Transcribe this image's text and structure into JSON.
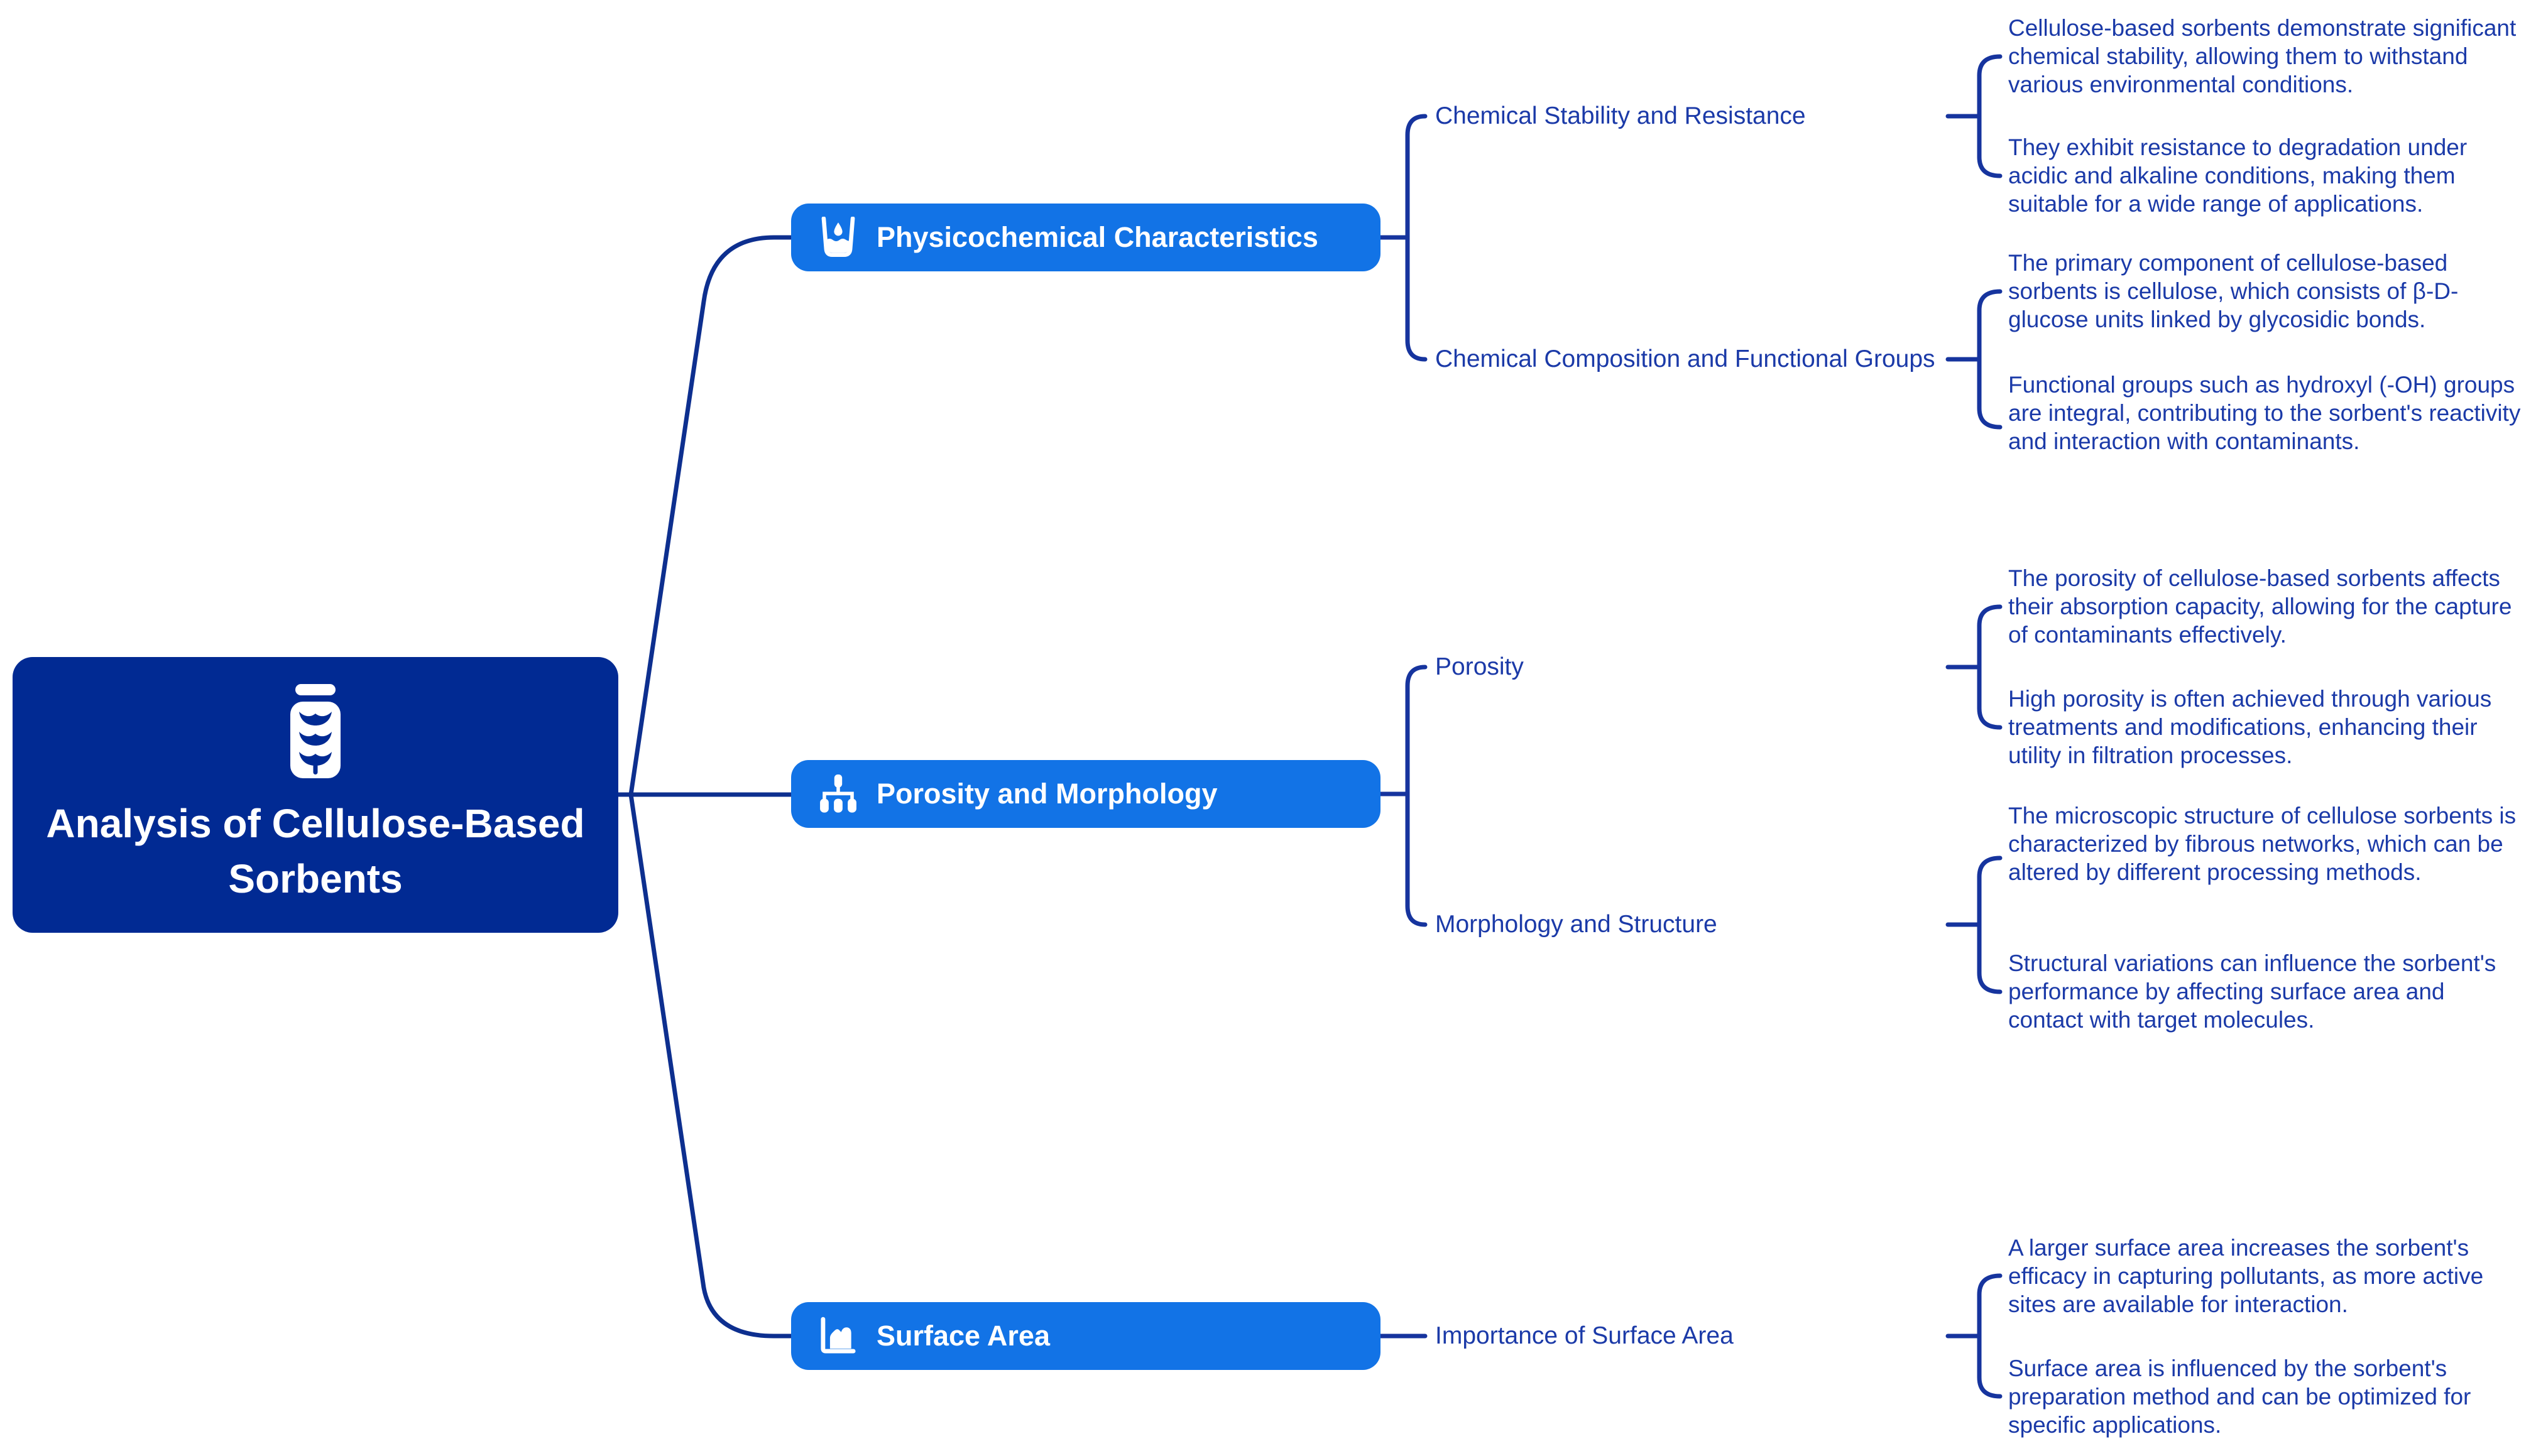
{
  "root": {
    "title": "Analysis of Cellulose-Based Sorbents",
    "icon": "sorbent-jar-icon"
  },
  "colors": {
    "root_fill": "#012a93",
    "branch_fill": "#1273e6",
    "node_text": "#ffffff",
    "label_text": "#1b3aa8",
    "root_line": "#0d2f8f",
    "bracket_line": "#16349e",
    "background": "#ffffff"
  },
  "branches": [
    {
      "title": "Physicochemical Characteristics",
      "icon": "beaker-droplet-icon",
      "children": [
        {
          "label": "Chemical Stability and Resistance",
          "notes": [
            "Cellulose-based sorbents demonstrate significant chemical stability, allowing them to withstand various environmental conditions.",
            "They exhibit resistance to degradation under acidic and alkaline conditions, making them suitable for a wide range of applications."
          ]
        },
        {
          "label": "Chemical Composition and Functional Groups",
          "notes": [
            "The primary component of cellulose-based sorbents is cellulose, which consists of β-D-glucose units linked by glycosidic bonds.",
            "Functional groups such as hydroxyl (-OH) groups are integral, contributing to the sorbent's reactivity and interaction with contaminants."
          ]
        }
      ]
    },
    {
      "title": "Porosity and Morphology",
      "icon": "hierarchy-icon",
      "children": [
        {
          "label": "Porosity",
          "notes": [
            "The porosity of cellulose-based sorbents affects their absorption capacity, allowing for the capture of contaminants effectively.",
            "High porosity is often achieved through various treatments and modifications, enhancing their utility in filtration processes."
          ]
        },
        {
          "label": "Morphology and Structure",
          "notes": [
            "The microscopic structure of cellulose sorbents is characterized by fibrous networks, which can be altered by different processing methods.",
            "Structural variations can influence the sorbent's performance by affecting surface area and contact with target molecules."
          ]
        }
      ]
    },
    {
      "title": "Surface Area",
      "icon": "area-chart-icon",
      "children": [
        {
          "label": "Importance of Surface Area",
          "notes": [
            "A larger surface area increases the sorbent's efficacy in capturing pollutants, as more active sites are available for interaction.",
            "Surface area is influenced by the sorbent's preparation method and can be optimized for specific applications."
          ]
        }
      ]
    }
  ]
}
